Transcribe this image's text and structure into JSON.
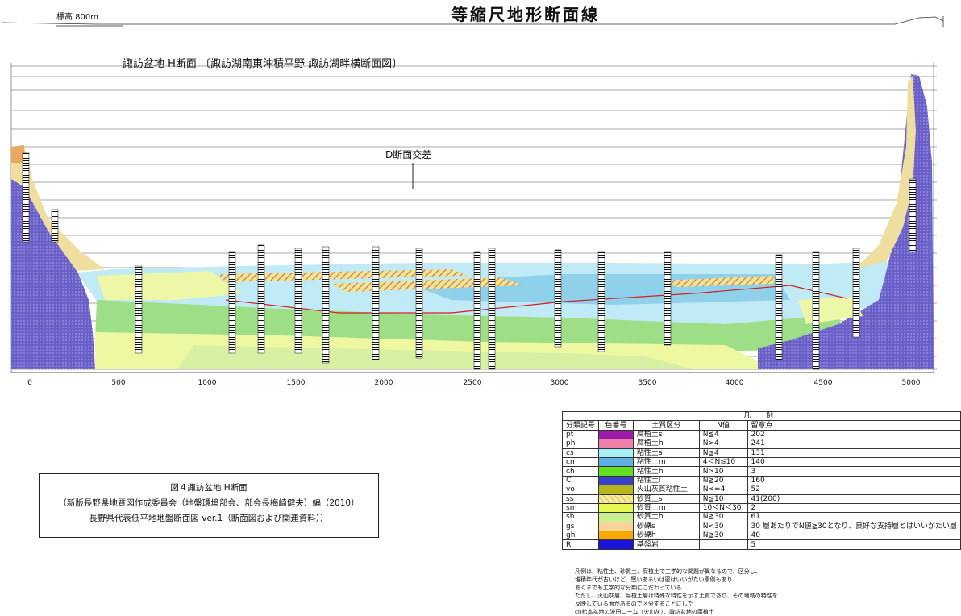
{
  "header": {
    "title": "等縮尺地形断面線",
    "top_elevation": "標高 800m"
  },
  "section": {
    "subtitle": "諏訪盆地 H断面 〔諏訪湖南東沖積平野 諏訪湖畔横断面図〕",
    "cross_label": "D断面交差",
    "x_ticks": [
      "0",
      "500",
      "1000",
      "1500",
      "2000",
      "2500",
      "3000",
      "3500",
      "4000",
      "4500",
      "5000"
    ],
    "colors": {
      "bedrock": "#6a60c8",
      "cs": "#b4e8f4",
      "cm": "#8fd2ea",
      "ch": "#9ede86",
      "ss": "#f4f7a8",
      "sm": "#eef884",
      "sh": "#d5ef9a",
      "gs": "#eedfa0",
      "pt": "#cc44cc",
      "water": "#c0ecf6"
    }
  },
  "legend": {
    "title": "凡 例",
    "headers": [
      "分類記号",
      "色番号",
      "土質区分",
      "N値",
      "留意点"
    ],
    "rows": [
      {
        "code": "pt",
        "color": "#9a1ca8",
        "soil": "腐植土s",
        "n": "N≦4",
        "note": "202",
        "hatch": false
      },
      {
        "code": "ph",
        "color": "#f080a8",
        "soil": "腐植土h",
        "n": "N>4",
        "note": "241",
        "hatch": false
      },
      {
        "code": "cs",
        "color": "#a8f0f8",
        "soil": "粘性土s",
        "n": "N≦4",
        "note": "131",
        "hatch": false
      },
      {
        "code": "cm",
        "color": "#60b0e8",
        "soil": "粘性土m",
        "n": "4＜N≦10",
        "note": "140",
        "hatch": false
      },
      {
        "code": "ch",
        "color": "#60e020",
        "soil": "粘性土h",
        "n": "N>10",
        "note": "3",
        "hatch": false
      },
      {
        "code": "Cl",
        "color": "#3a40c8",
        "soil": "粘性土l",
        "n": "N≧20",
        "note": "160",
        "hatch": false
      },
      {
        "code": "vo",
        "color": "#b8b41c",
        "soil": "火山灰質粘性土",
        "n": "N<=4",
        "note": "52",
        "hatch": false
      },
      {
        "code": "ss",
        "color": "#f8f078",
        "soil": "砂質土s",
        "n": "N≦10",
        "note": "41(200)",
        "hatch": true
      },
      {
        "code": "sm",
        "color": "#e8f850",
        "soil": "砂質土m",
        "n": "10＜N＜30",
        "note": "2",
        "hatch": false
      },
      {
        "code": "sh",
        "color": "#c8f090",
        "soil": "砂質土h",
        "n": "N≧30",
        "note": "61",
        "hatch": false
      },
      {
        "code": "gs",
        "color": "#f8d498",
        "soil": "砂礫s",
        "n": "N<30",
        "note": "30 層あたりでN値≧30となり、良好な支持層とはいいがたい層",
        "hatch": false
      },
      {
        "code": "gh",
        "color": "#f8a800",
        "soil": "砂礫h",
        "n": "N≧30",
        "note": "40",
        "hatch": false
      },
      {
        "code": "R",
        "color": "#1a14d8",
        "soil": "基盤岩",
        "n": "",
        "note": "5",
        "hatch": false
      }
    ]
  },
  "caption": {
    "line1": "図４諏訪盆地 H断面",
    "line2": "（新版長野県地質図作成委員会（地盤環境部会、部会長梅崎健夫）編（2010）",
    "line3": "長野県代表低平地地盤断面図 ver.1（断面図および関連資料））"
  },
  "notes": [
    "凡例は、粘性土、砂質土、腐植土で工学的な問題が異なるので、区分し、",
    "堆積年代が古いほど、堅いあるいは密はいいがたい事例もあり、",
    "あくまでも工学的な分類にこだわっている",
    "ただし、火山灰層、腐植土層は特殊な特性を示す土質であり、その地域の特性を",
    "反映している面があるので区分することにした",
    "cl)松本盆地の波田ローム（火山灰）、諏訪盆地の腐植土"
  ]
}
